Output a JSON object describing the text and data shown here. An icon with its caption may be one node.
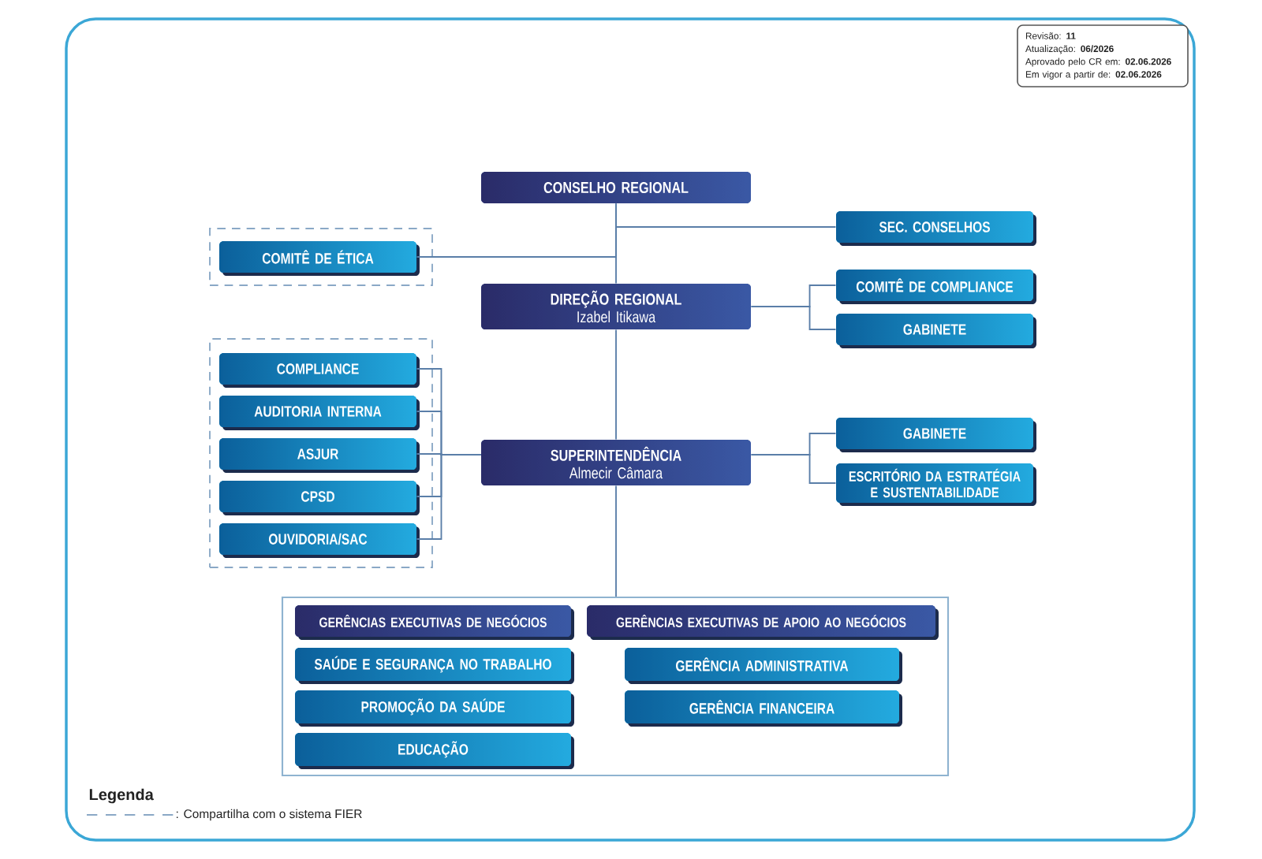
{
  "diagram": {
    "nodes": [
      {
        "text": [
          "Revisão: **11**",
          "Atualização: **06/2026**",
          "Aprovado pelo CR em: **02.06.2026**",
          "Em vigor a partir de: **02.06.2026**"
        ]
      },
      {
        "text": [
          "CONSELHO REGIONAL"
        ]
      },
      {
        "text": [
          "SEC. CONSELHOS"
        ]
      },
      {
        "text": [],
        "shape": "box"
      },
      {
        "text": [
          "COMITÊ DE ÉTICA"
        ],
        "in": 3
      },
      {
        "text": [
          "DIREÇÃO REGIONAL",
          "Izabel Itikawa"
        ]
      },
      {
        "text": [
          "COMITÊ DE COMPLIANCE"
        ]
      },
      {
        "text": [
          "GABINETE"
        ]
      },
      {
        "text": [],
        "shape": "box"
      },
      {
        "text": [
          "COMPLIANCE"
        ],
        "in": 8
      },
      {
        "text": [
          "AUDITORIA INTERNA"
        ],
        "in": 8
      },
      {
        "text": [
          "ASJUR"
        ],
        "in": 8
      },
      {
        "text": [
          "CPSD"
        ],
        "in": 8
      },
      {
        "text": [
          "OUVIDORIA/SAC"
        ],
        "in": 8
      },
      {
        "text": [
          "GABINETE"
        ]
      },
      {
        "text": [
          "SUPERINTENDÊNCIA",
          "Almecir Câmara"
        ]
      },
      {
        "text": [
          "ESCRITÓRIO DA ESTRATÉGIA E SUSTENTABILIDADE"
        ]
      },
      {
        "text": [],
        "shape": "box"
      },
      {
        "text": [
          "GERÊNCIAS EXECUTIVAS DE NEGÓCIOS"
        ],
        "in": 17
      },
      {
        "text": [
          "GERÊNCIAS EXECUTIVAS DE APOIO AO NEGÓCIOS"
        ],
        "in": 17
      },
      {
        "text": [
          "SAÚDE E SEGURANÇA NO TRABALHO"
        ],
        "in": 17
      },
      {
        "text": [
          "GERÊNCIA ADMINISTRATIVA"
        ],
        "in": 17
      },
      {
        "text": [
          "PROMOÇÃO DA SAÚDE"
        ],
        "in": 17
      },
      {
        "text": [
          "GERÊNCIA FINANCEIRA"
        ],
        "in": 17
      },
      {
        "text": [
          "EDUCAÇÃO"
        ],
        "in": 17
      }
    ],
    "edges": [
      {
        "from": 1,
        "to": 5,
        "arrow": "none"
      },
      {
        "from": 1,
        "to": 2,
        "arrow": "none"
      },
      {
        "from": 1,
        "to": 4,
        "arrow": "none"
      },
      {
        "from": 5,
        "to": 6,
        "arrow": "none"
      },
      {
        "from": 5,
        "to": 7,
        "arrow": "none"
      },
      {
        "from": 5,
        "to": 15,
        "arrow": "none"
      },
      {
        "from": 15,
        "to": 9,
        "arrow": "none"
      },
      {
        "from": 15,
        "to": 10,
        "arrow": "none"
      },
      {
        "from": 15,
        "to": 11,
        "arrow": "none"
      },
      {
        "from": 15,
        "to": 12,
        "arrow": "none"
      },
      {
        "from": 15,
        "to": 13,
        "arrow": "none"
      },
      {
        "from": 15,
        "to": 14,
        "arrow": "none"
      },
      {
        "from": 15,
        "to": 16,
        "arrow": "none"
      },
      {
        "from": 15,
        "to": 17,
        "arrow": "none"
      }
    ],
    "labels": [
      "Legenda"
    ],
    "legend": [
      {
        "text": ": Compartilha com o sistema FIER"
      }
    ]
  }
}
